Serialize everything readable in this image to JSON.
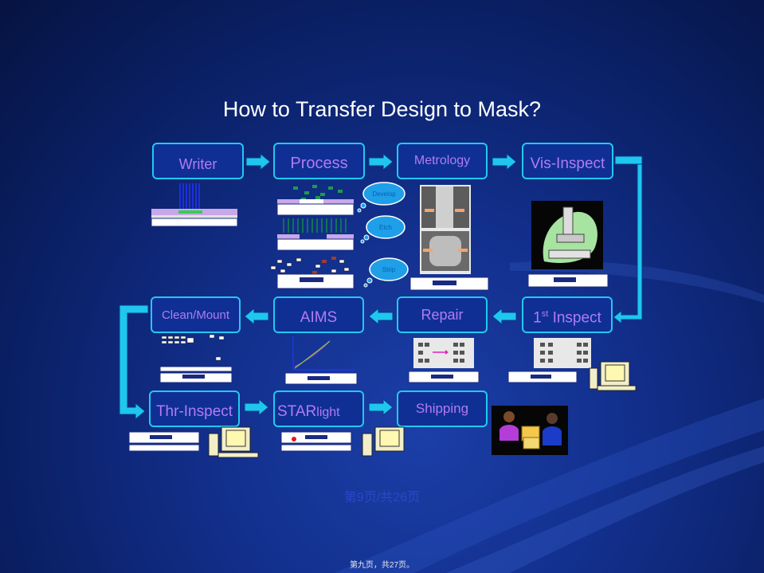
{
  "title": "How to Transfer Design to Mask?",
  "steps": {
    "writer": "Writer",
    "process": "Process",
    "metrology": "Metrology",
    "vis_inspect": "Vis-Inspect",
    "first_inspect_num": "1",
    "first_inspect_sup": "st",
    "first_inspect_text": " Inspect",
    "repair": "Repair",
    "aims": "AIMS",
    "clean_mount": "Clean/Mount",
    "thr_inspect": "Thr-Inspect",
    "starlight_main": "STAR",
    "starlight_sub": "light",
    "shipping": "Shipping"
  },
  "bubbles": [
    "Develop",
    "Etch",
    "Strip"
  ],
  "footer": {
    "page_label": "第9页/共26页",
    "bottom_label": "第九页，共27页。"
  },
  "colors": {
    "box_border": "#22c9ee",
    "box_text": "#b17cf0",
    "arrow": "#22c9ee",
    "title": "#ffffff"
  }
}
